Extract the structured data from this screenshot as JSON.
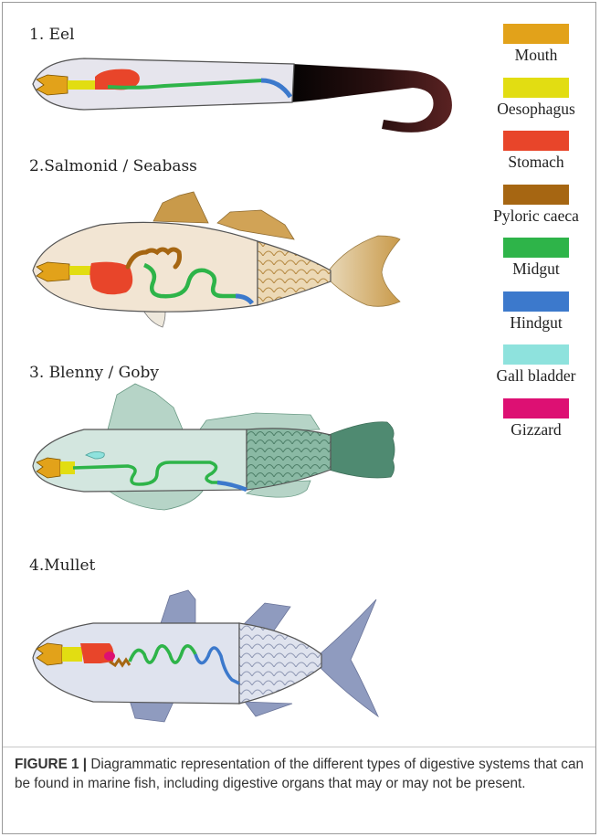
{
  "fish": [
    {
      "label": "1. Eel"
    },
    {
      "label": "2.Salmonid / Seabass"
    },
    {
      "label": "3. Blenny / Goby"
    },
    {
      "label": "4.Mullet"
    }
  ],
  "legend": [
    {
      "label": "Mouth",
      "color": "#e2a21a"
    },
    {
      "label": "Oesophagus",
      "color": "#e2dd12"
    },
    {
      "label": "Stomach",
      "color": "#e8452a"
    },
    {
      "label": "Pyloric caeca",
      "color": "#a66612"
    },
    {
      "label": "Midgut",
      "color": "#2eb449"
    },
    {
      "label": "Hindgut",
      "color": "#3c79cc"
    },
    {
      "label": "Gall bladder",
      "color": "#8ee2dd"
    },
    {
      "label": "Gizzard",
      "color": "#dd1073"
    }
  ],
  "caption": {
    "figure_label": "FIGURE 1 |",
    "text": " Diagrammatic representation of the different types of digestive systems that can be found in marine fish, including digestive organs that may or may not be present."
  }
}
